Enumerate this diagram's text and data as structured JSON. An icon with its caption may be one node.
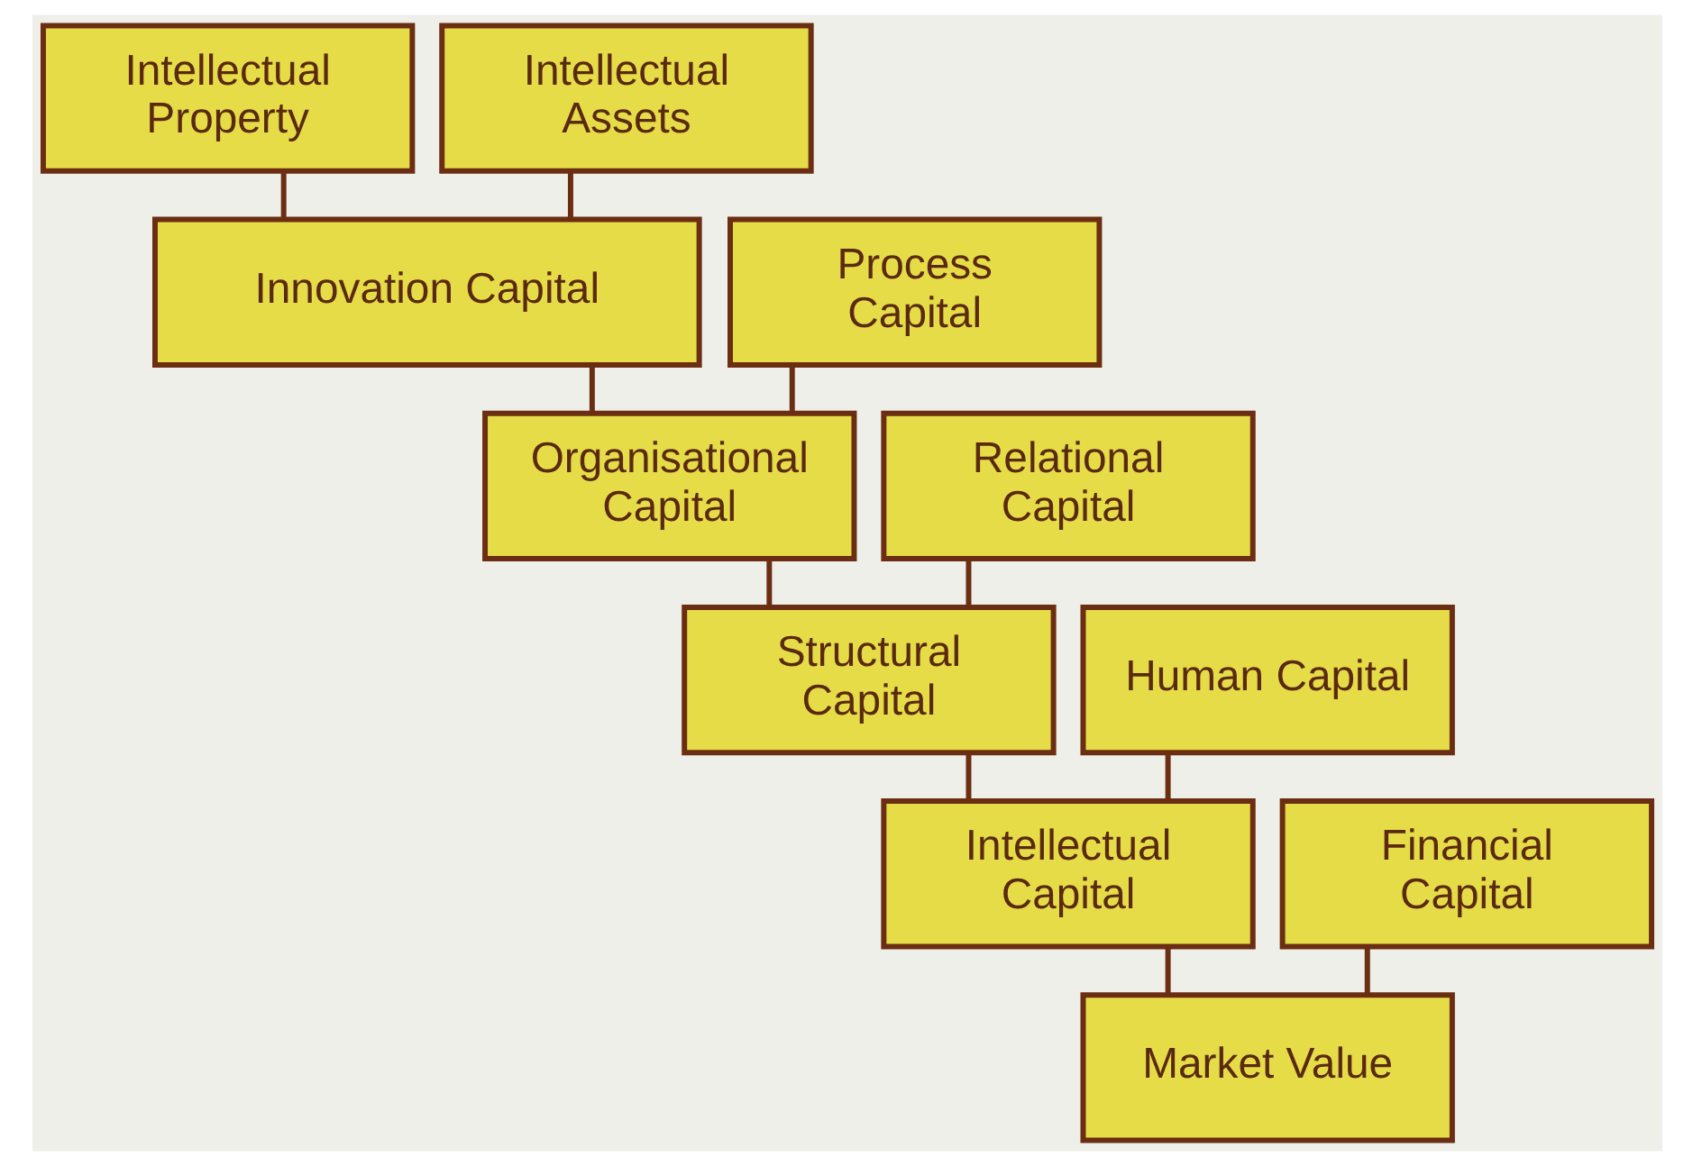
{
  "diagram": {
    "nodes": [
      {
        "text": [
          "Intellectual Property"
        ]
      },
      {
        "text": [
          "Intellectual Assets"
        ]
      },
      {
        "text": [
          "Innovation Capital"
        ]
      },
      {
        "text": [
          "Process Capital"
        ]
      },
      {
        "text": [
          "Organisational Capital"
        ]
      },
      {
        "text": [
          "Relational Capital"
        ]
      },
      {
        "text": [
          "Structural Capital"
        ]
      },
      {
        "text": [
          "Human Capital"
        ]
      },
      {
        "text": [
          "Intellectual Capital"
        ]
      },
      {
        "text": [
          "Financial Capital"
        ]
      },
      {
        "text": [
          "Market Value"
        ]
      }
    ],
    "edges": [
      {
        "from": 0,
        "to": 2,
        "arrow": "none"
      },
      {
        "from": 1,
        "to": 2,
        "arrow": "none"
      },
      {
        "from": 2,
        "to": 4,
        "arrow": "none"
      },
      {
        "from": 3,
        "to": 4,
        "arrow": "none"
      },
      {
        "from": 4,
        "to": 6,
        "arrow": "none"
      },
      {
        "from": 5,
        "to": 6,
        "arrow": "none"
      },
      {
        "from": 6,
        "to": 8,
        "arrow": "none"
      },
      {
        "from": 7,
        "to": 8,
        "arrow": "none"
      },
      {
        "from": 8,
        "to": 10,
        "arrow": "none"
      },
      {
        "from": 9,
        "to": 10,
        "arrow": "none"
      }
    ]
  }
}
